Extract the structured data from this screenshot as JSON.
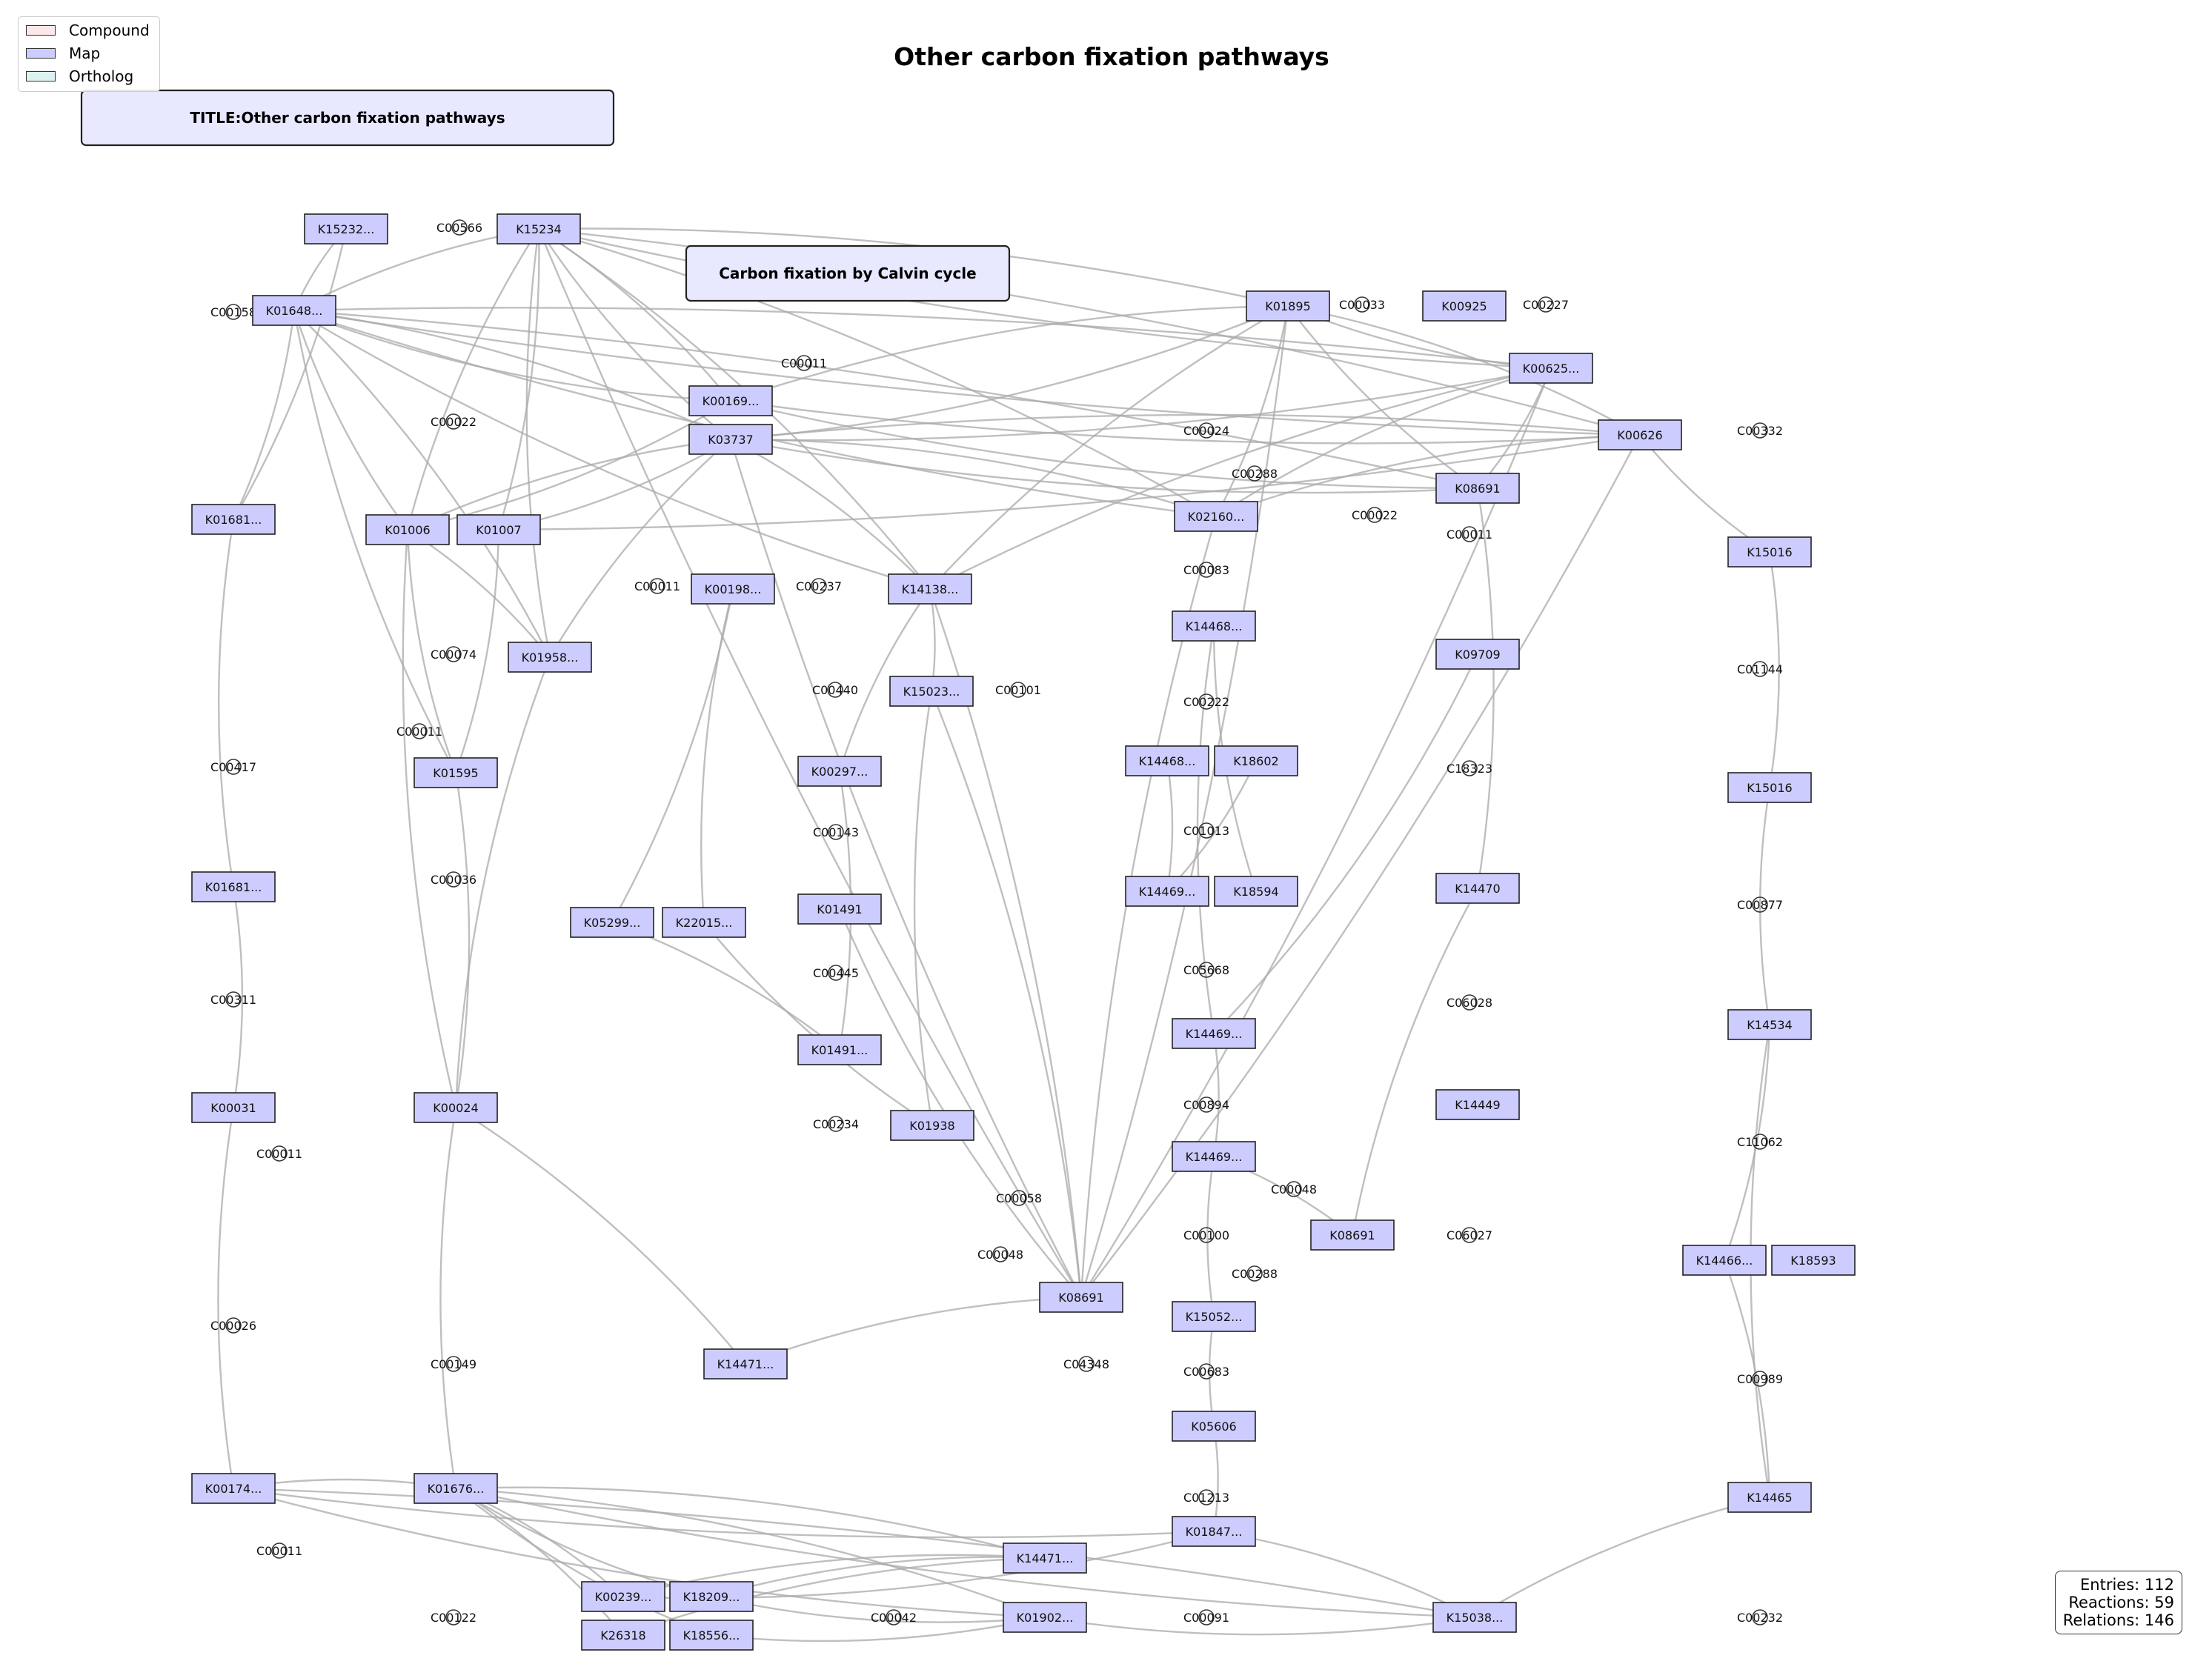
{
  "title": "Other carbon fixation pathways",
  "legend": [
    {
      "label": "Compound",
      "color": "#fce8e8"
    },
    {
      "label": "Map",
      "color": "#ccccff"
    },
    {
      "label": "Ortholog",
      "color": "#dcf2f0"
    }
  ],
  "stats": {
    "entries": "Entries: 112",
    "reactions": "Reactions: 59",
    "relations": "Relations: 146"
  },
  "maps": [
    {
      "id": "m_title",
      "label": "TITLE:Other carbon fixation pathways"
    },
    {
      "id": "m_calvin",
      "label": "Carbon fixation by Calvin cycle"
    }
  ],
  "nodes": [
    {
      "id": "n1",
      "label": "K15232..."
    },
    {
      "id": "n2",
      "label": "K15234"
    },
    {
      "id": "n3",
      "label": "K01648..."
    },
    {
      "id": "n4",
      "label": "K01895"
    },
    {
      "id": "n5",
      "label": "K00925"
    },
    {
      "id": "n6",
      "label": "K00625..."
    },
    {
      "id": "n7",
      "label": "K00626"
    },
    {
      "id": "n8",
      "label": "K00169..."
    },
    {
      "id": "n9",
      "label": "K03737"
    },
    {
      "id": "n10",
      "label": "K08691"
    },
    {
      "id": "n11",
      "label": "K01681..."
    },
    {
      "id": "n12",
      "label": "K01006"
    },
    {
      "id": "n13",
      "label": "K01007"
    },
    {
      "id": "n14",
      "label": "K02160..."
    },
    {
      "id": "n15",
      "label": "K15016"
    },
    {
      "id": "n16",
      "label": "K00198..."
    },
    {
      "id": "n17",
      "label": "K14138..."
    },
    {
      "id": "n18",
      "label": "K14468..."
    },
    {
      "id": "n19",
      "label": "K01958..."
    },
    {
      "id": "n20",
      "label": "K09709"
    },
    {
      "id": "n21",
      "label": "K15023..."
    },
    {
      "id": "n22",
      "label": "K14468..."
    },
    {
      "id": "n23",
      "label": "K18602"
    },
    {
      "id": "n24",
      "label": "K01595"
    },
    {
      "id": "n25",
      "label": "K00297..."
    },
    {
      "id": "n26",
      "label": "K15016"
    },
    {
      "id": "n27",
      "label": "K01681..."
    },
    {
      "id": "n28",
      "label": "K14469..."
    },
    {
      "id": "n29",
      "label": "K18594"
    },
    {
      "id": "n30",
      "label": "K14470"
    },
    {
      "id": "n31",
      "label": "K05299..."
    },
    {
      "id": "n32",
      "label": "K22015..."
    },
    {
      "id": "n33",
      "label": "K01491"
    },
    {
      "id": "n34",
      "label": "K14469..."
    },
    {
      "id": "n35",
      "label": "K14534"
    },
    {
      "id": "n36",
      "label": "K01491..."
    },
    {
      "id": "n37",
      "label": "K00031"
    },
    {
      "id": "n38",
      "label": "K00024"
    },
    {
      "id": "n39",
      "label": "K14449"
    },
    {
      "id": "n40",
      "label": "K01938"
    },
    {
      "id": "n41",
      "label": "K14469..."
    },
    {
      "id": "n42",
      "label": "K08691"
    },
    {
      "id": "n43",
      "label": "K14466..."
    },
    {
      "id": "n44",
      "label": "K18593"
    },
    {
      "id": "n45",
      "label": "K08691"
    },
    {
      "id": "n46",
      "label": "K15052..."
    },
    {
      "id": "n47",
      "label": "K14471..."
    },
    {
      "id": "n48",
      "label": "K05606"
    },
    {
      "id": "n49",
      "label": "K00174..."
    },
    {
      "id": "n50",
      "label": "K01676..."
    },
    {
      "id": "n51",
      "label": "K14465"
    },
    {
      "id": "n52",
      "label": "K01847..."
    },
    {
      "id": "n53",
      "label": "K14471..."
    },
    {
      "id": "n54",
      "label": "K00239..."
    },
    {
      "id": "n55",
      "label": "K18209..."
    },
    {
      "id": "n56",
      "label": "K01902..."
    },
    {
      "id": "n57",
      "label": "K15038..."
    },
    {
      "id": "n58",
      "label": "K26318"
    },
    {
      "id": "n59",
      "label": "K18556..."
    }
  ],
  "compounds": [
    {
      "id": "c1",
      "label": "C00566"
    },
    {
      "id": "c2",
      "label": "C00158"
    },
    {
      "id": "c3",
      "label": "C00033"
    },
    {
      "id": "c4",
      "label": "C00227"
    },
    {
      "id": "c5",
      "label": "C00011"
    },
    {
      "id": "c6",
      "label": "C00022"
    },
    {
      "id": "c7",
      "label": "C00024"
    },
    {
      "id": "c8",
      "label": "C00332"
    },
    {
      "id": "c9",
      "label": "C00288"
    },
    {
      "id": "c10",
      "label": "C00022"
    },
    {
      "id": "c11",
      "label": "C00011"
    },
    {
      "id": "c12",
      "label": "C00083"
    },
    {
      "id": "c13",
      "label": "C00011"
    },
    {
      "id": "c14",
      "label": "C00237"
    },
    {
      "id": "c15",
      "label": "C00074"
    },
    {
      "id": "c16",
      "label": "C01144"
    },
    {
      "id": "c17",
      "label": "C00440"
    },
    {
      "id": "c18",
      "label": "C00101"
    },
    {
      "id": "c19",
      "label": "C00222"
    },
    {
      "id": "c20",
      "label": "C00011"
    },
    {
      "id": "c21",
      "label": "C18323"
    },
    {
      "id": "c22",
      "label": "C00417"
    },
    {
      "id": "c23",
      "label": "C00143"
    },
    {
      "id": "c24",
      "label": "C01013"
    },
    {
      "id": "c25",
      "label": "C00036"
    },
    {
      "id": "c26",
      "label": "C00877"
    },
    {
      "id": "c27",
      "label": "C05668"
    },
    {
      "id": "c28",
      "label": "C00445"
    },
    {
      "id": "c29",
      "label": "C00311"
    },
    {
      "id": "c30",
      "label": "C06028"
    },
    {
      "id": "c31",
      "label": "C00894"
    },
    {
      "id": "c32",
      "label": "C00234"
    },
    {
      "id": "c33",
      "label": "C00011"
    },
    {
      "id": "c34",
      "label": "C11062"
    },
    {
      "id": "c35",
      "label": "C00048"
    },
    {
      "id": "c36",
      "label": "C00058"
    },
    {
      "id": "c37",
      "label": "C00100"
    },
    {
      "id": "c38",
      "label": "C06027"
    },
    {
      "id": "c39",
      "label": "C00048"
    },
    {
      "id": "c40",
      "label": "C00288"
    },
    {
      "id": "c41",
      "label": "C00026"
    },
    {
      "id": "c42",
      "label": "C00149"
    },
    {
      "id": "c43",
      "label": "C04348"
    },
    {
      "id": "c44",
      "label": "C00683"
    },
    {
      "id": "c45",
      "label": "C00989"
    },
    {
      "id": "c46",
      "label": "C01213"
    },
    {
      "id": "c47",
      "label": "C00011"
    },
    {
      "id": "c48",
      "label": "C00122"
    },
    {
      "id": "c49",
      "label": "C00042"
    },
    {
      "id": "c50",
      "label": "C00091"
    },
    {
      "id": "c51",
      "label": "C00232"
    }
  ],
  "edges": [
    [
      "n2",
      "n3"
    ],
    [
      "n2",
      "n8"
    ],
    [
      "n2",
      "n9"
    ],
    [
      "n2",
      "n4"
    ],
    [
      "n2",
      "n6"
    ],
    [
      "n2",
      "n7"
    ],
    [
      "n2",
      "n12"
    ],
    [
      "n2",
      "n13"
    ],
    [
      "n2",
      "n19"
    ],
    [
      "n2",
      "n17"
    ],
    [
      "n2",
      "n45"
    ],
    [
      "n2",
      "n14"
    ],
    [
      "n1",
      "n3"
    ],
    [
      "n1",
      "n11"
    ],
    [
      "n3",
      "n8"
    ],
    [
      "n3",
      "n9"
    ],
    [
      "n3",
      "n7"
    ],
    [
      "n3",
      "n6"
    ],
    [
      "n3",
      "n14"
    ],
    [
      "n3",
      "n10"
    ],
    [
      "n3",
      "n12"
    ],
    [
      "n3",
      "n19"
    ],
    [
      "n3",
      "n24"
    ],
    [
      "n3",
      "n11"
    ],
    [
      "n3",
      "n17"
    ],
    [
      "n4",
      "n9"
    ],
    [
      "n4",
      "n8"
    ],
    [
      "n4",
      "n7"
    ],
    [
      "n4",
      "n10"
    ],
    [
      "n4",
      "n45"
    ],
    [
      "n4",
      "n17"
    ],
    [
      "n4",
      "n14"
    ],
    [
      "n4",
      "n6"
    ],
    [
      "n6",
      "n9"
    ],
    [
      "n6",
      "n14"
    ],
    [
      "n6",
      "n45"
    ],
    [
      "n6",
      "n17"
    ],
    [
      "n6",
      "n10"
    ],
    [
      "n7",
      "n9"
    ],
    [
      "n7",
      "n8"
    ],
    [
      "n7",
      "n14"
    ],
    [
      "n7",
      "n45"
    ],
    [
      "n7",
      "n15"
    ],
    [
      "n7",
      "n13"
    ],
    [
      "n9",
      "n12"
    ],
    [
      "n9",
      "n13"
    ],
    [
      "n9",
      "n19"
    ],
    [
      "n9",
      "n17"
    ],
    [
      "n9",
      "n45"
    ],
    [
      "n9",
      "n14"
    ],
    [
      "n9",
      "n10"
    ],
    [
      "n8",
      "n12"
    ],
    [
      "n8",
      "n10"
    ],
    [
      "n12",
      "n19"
    ],
    [
      "n12",
      "n24"
    ],
    [
      "n13",
      "n24"
    ],
    [
      "n19",
      "n38"
    ],
    [
      "n24",
      "n38"
    ],
    [
      "n12",
      "n38"
    ],
    [
      "n16",
      "n31"
    ],
    [
      "n16",
      "n32"
    ],
    [
      "n17",
      "n21"
    ],
    [
      "n17",
      "n25"
    ],
    [
      "n17",
      "n45"
    ],
    [
      "n21",
      "n40"
    ],
    [
      "n21",
      "n45"
    ],
    [
      "n32",
      "n40"
    ],
    [
      "n31",
      "n36"
    ],
    [
      "n33",
      "n45"
    ],
    [
      "n25",
      "n36"
    ],
    [
      "n18",
      "n29"
    ],
    [
      "n22",
      "n28"
    ],
    [
      "n18",
      "n34"
    ],
    [
      "n20",
      "n34"
    ],
    [
      "n14",
      "n45"
    ],
    [
      "n23",
      "n28"
    ],
    [
      "n30",
      "n42"
    ],
    [
      "n10",
      "n30"
    ],
    [
      "n41",
      "n46"
    ],
    [
      "n41",
      "n42"
    ],
    [
      "n11",
      "n27"
    ],
    [
      "n27",
      "n37"
    ],
    [
      "n37",
      "n49"
    ],
    [
      "n15",
      "n26"
    ],
    [
      "n26",
      "n35"
    ],
    [
      "n35",
      "n43"
    ],
    [
      "n35",
      "n51"
    ],
    [
      "n43",
      "n51"
    ],
    [
      "n51",
      "n57"
    ],
    [
      "n38",
      "n47"
    ],
    [
      "n38",
      "n50"
    ],
    [
      "n47",
      "n45"
    ],
    [
      "n53",
      "n50"
    ],
    [
      "n49",
      "n50"
    ],
    [
      "n49",
      "n52"
    ],
    [
      "n49",
      "n57"
    ],
    [
      "n49",
      "n56"
    ],
    [
      "n50",
      "n54"
    ],
    [
      "n50",
      "n55"
    ],
    [
      "n50",
      "n58"
    ],
    [
      "n50",
      "n59"
    ],
    [
      "n50",
      "n56"
    ],
    [
      "n50",
      "n57"
    ],
    [
      "n54",
      "n53"
    ],
    [
      "n55",
      "n56"
    ],
    [
      "n58",
      "n53"
    ],
    [
      "n59",
      "n56"
    ],
    [
      "n55",
      "n53"
    ],
    [
      "n54",
      "n52"
    ],
    [
      "n52",
      "n57"
    ],
    [
      "n56",
      "n57"
    ],
    [
      "n48",
      "n52"
    ],
    [
      "n46",
      "n48"
    ],
    [
      "n34",
      "n41"
    ]
  ]
}
